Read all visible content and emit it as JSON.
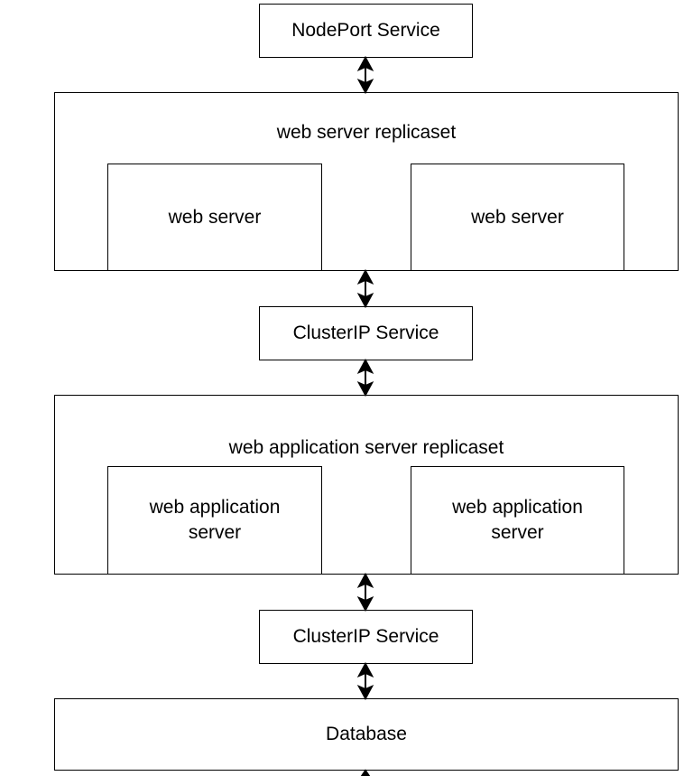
{
  "diagram": {
    "nodeport_service": "NodePort Service",
    "web_server_replicaset": {
      "title": "web server replicaset",
      "servers": [
        "web server",
        "web server"
      ]
    },
    "cluster_ip_service_1": "ClusterIP Service",
    "web_app_replicaset": {
      "title": "web application server replicaset",
      "servers": [
        "web application\nserver",
        "web application\nserver"
      ]
    },
    "cluster_ip_service_2": "ClusterIP Service",
    "database": "Database"
  },
  "colors": {
    "stroke": "#000000",
    "background": "#ffffff"
  }
}
